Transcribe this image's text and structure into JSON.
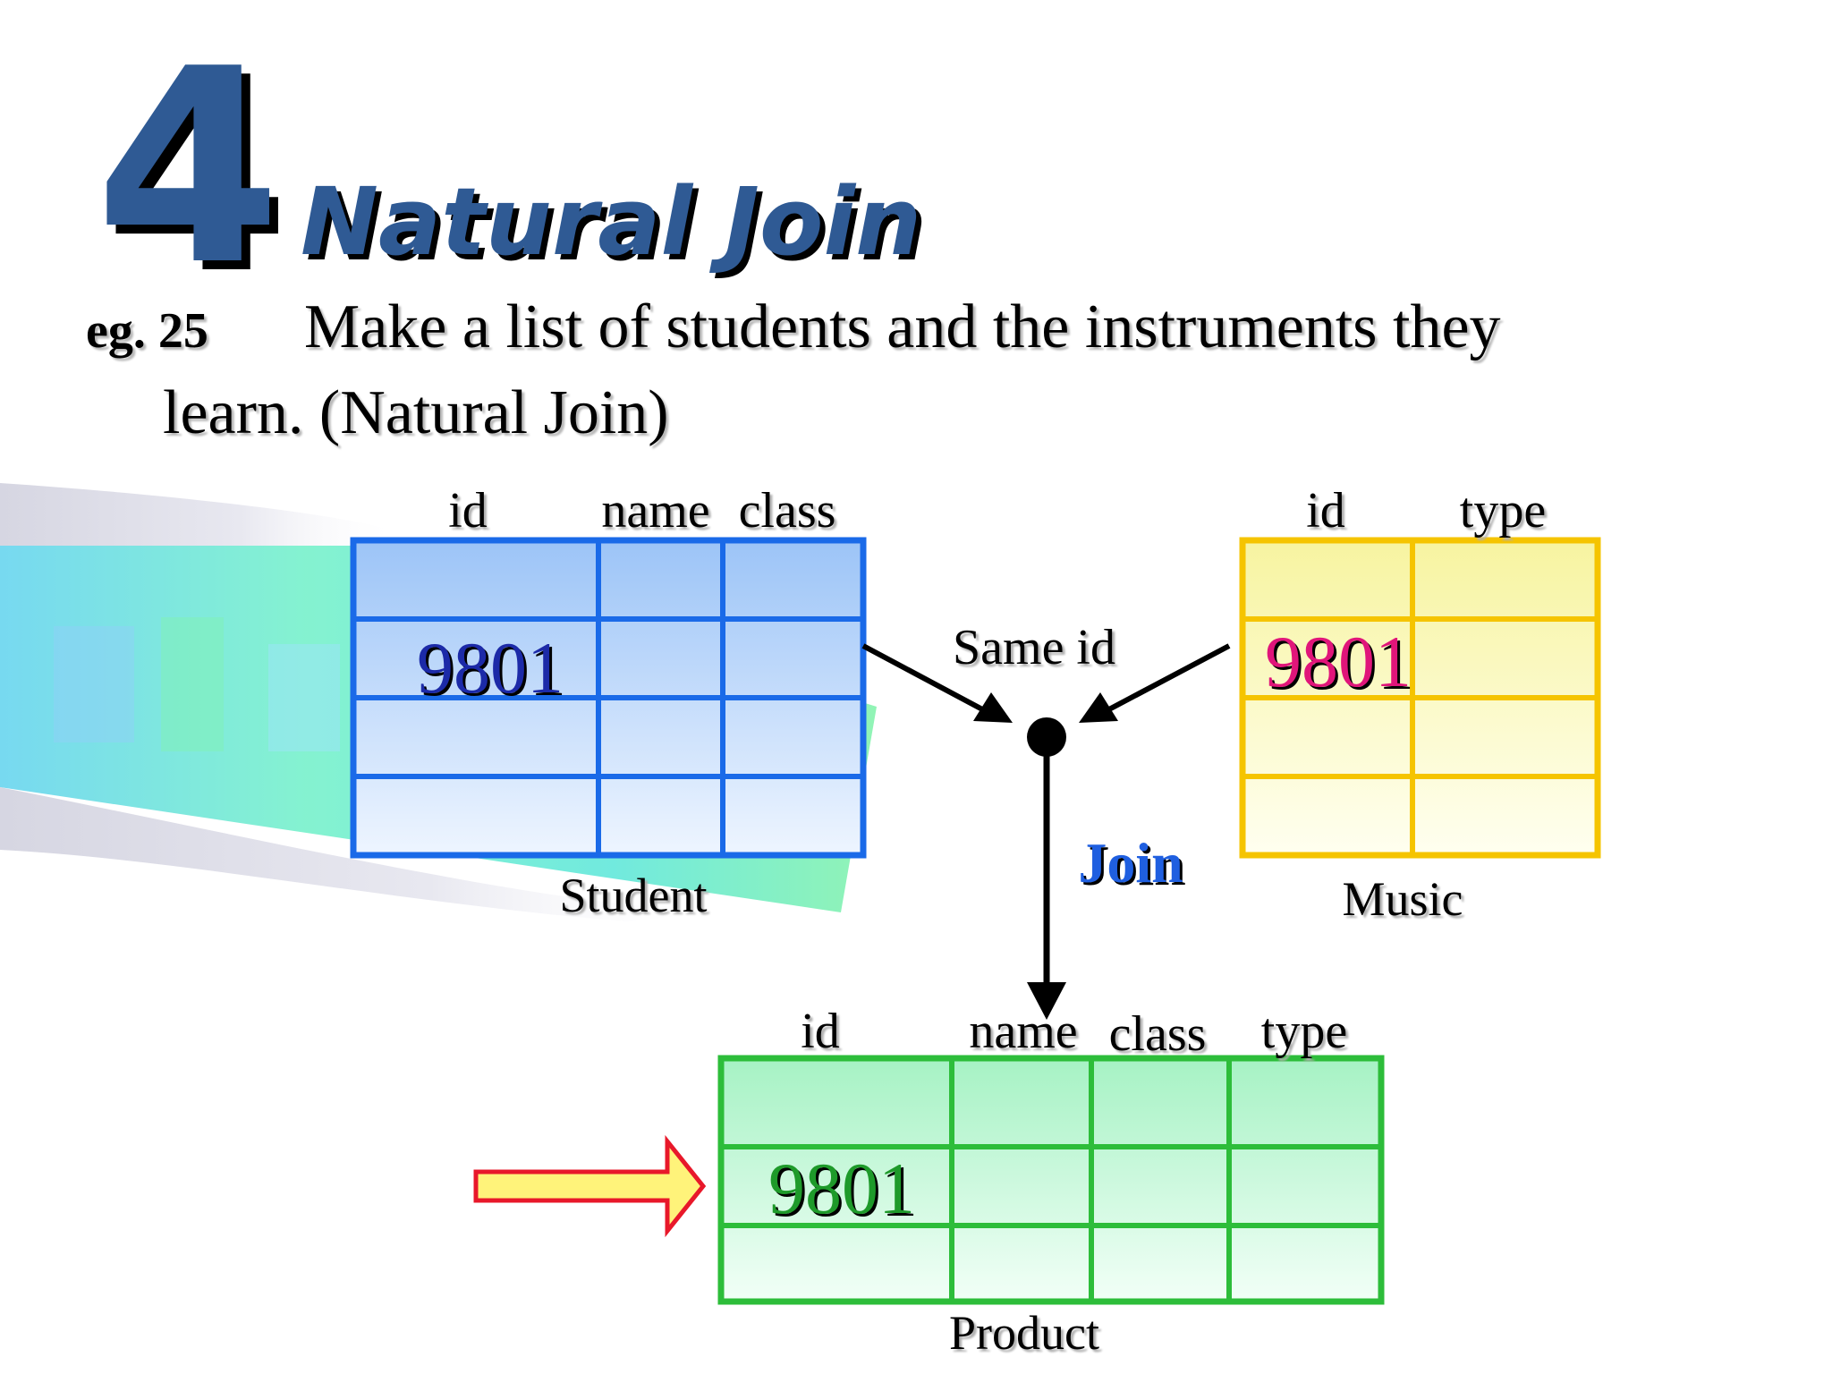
{
  "slide": {
    "number": "4",
    "title": "Natural Join",
    "example_label": "eg. 25",
    "question_line1": "Make a list of students and the instruments they",
    "question_line2": "learn. (Natural Join)"
  },
  "student_table": {
    "name": "Student",
    "columns": [
      "id",
      "name",
      "class"
    ],
    "highlight_value": "9801",
    "color": "#1a6ae8"
  },
  "music_table": {
    "name": "Music",
    "columns": [
      "id",
      "type"
    ],
    "highlight_value": "9801",
    "color": "#f5c400"
  },
  "product_table": {
    "name": "Product",
    "columns": [
      "id",
      "name",
      "class",
      "type"
    ],
    "highlight_value": "9801",
    "color": "#2dbd3a"
  },
  "connector": {
    "same_label": "Same id",
    "join_label": "Join"
  },
  "colors": {
    "title": "#2f5a94",
    "join_label": "#1f5fe0",
    "student_value": "#1c2aa8",
    "music_value": "#e0157a",
    "product_value": "#1e9a2a",
    "pointer_arrow_fill": "#fff37a",
    "pointer_arrow_stroke": "#e8182a"
  }
}
